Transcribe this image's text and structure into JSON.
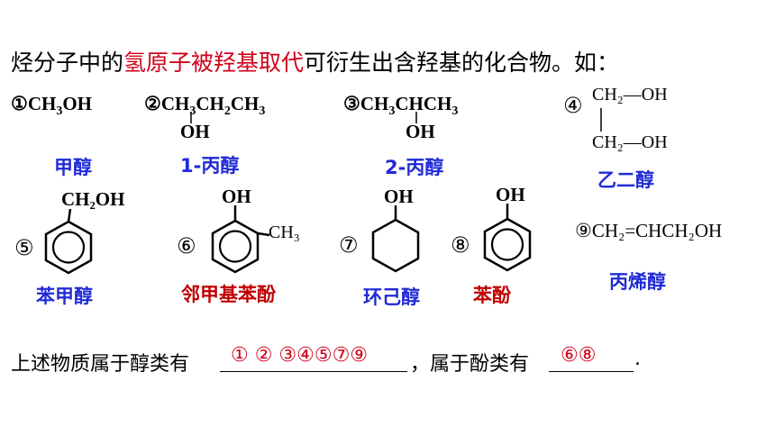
{
  "intro": {
    "pre": "烃分子中的",
    "highlight": "氢原子被羟基取代",
    "post": "可衍生出含羟基的化合物。如："
  },
  "colors": {
    "accent_red": "#d0021b",
    "name_blue": "#1f2ad6",
    "name_red": "#c00000"
  },
  "compounds": [
    {
      "num": "①",
      "formula": "CH",
      "sub": "3",
      "tail": "OH",
      "name": "甲醇"
    },
    {
      "num": "②",
      "formula": "CH",
      "sub1": "3",
      "mid": "CH",
      "sub2": "2",
      "tail": "CH",
      "sub3": "3",
      "branch": "OH",
      "name": "1-丙醇"
    },
    {
      "num": "③",
      "formula": "CH",
      "sub1": "3",
      "mid": "CHCH",
      "sub2": "3",
      "branch": "OH",
      "name": "2-丙醇"
    },
    {
      "num": "④",
      "top": "CH₂—OH",
      "bottom": "CH₂—OH",
      "name": "乙二醇"
    },
    {
      "num": "⑤",
      "group": "CH₂OH",
      "name": "苯甲醇"
    },
    {
      "num": "⑥",
      "oh": "OH",
      "ch3": "CH₃",
      "name": "邻甲基苯酚"
    },
    {
      "num": "⑦",
      "oh": "OH",
      "name": "环己醇"
    },
    {
      "num": "⑧",
      "oh": "OH",
      "name": "苯酚"
    },
    {
      "num": "⑨",
      "formula": "CH₂=CHCH₂OH",
      "name": "丙烯醇"
    }
  ],
  "summary": {
    "pre": "上述物质属于醇类有",
    "answer1": "① ② ③④⑤⑦⑨",
    "mid": "，属于酚类有",
    "answer2": "⑥⑧",
    "end": "."
  }
}
